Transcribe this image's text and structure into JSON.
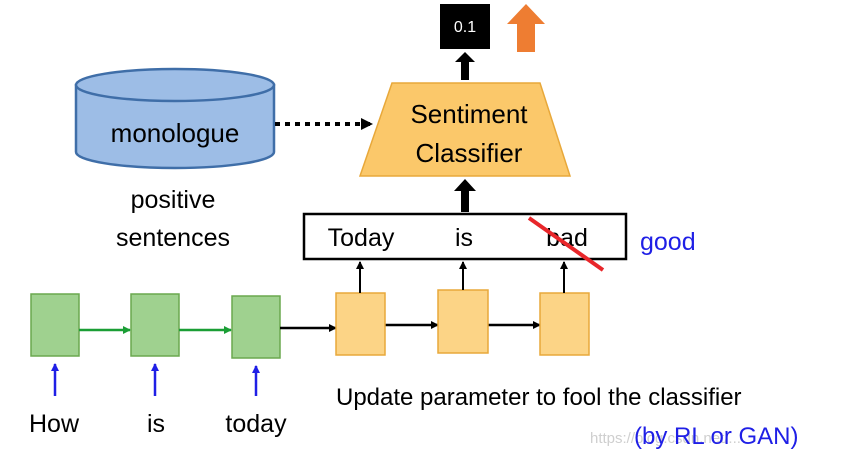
{
  "score": "0.1",
  "database": {
    "label": "monologue",
    "caption_line1": "positive",
    "caption_line2": "sentences"
  },
  "classifier": {
    "line1": "Sentiment",
    "line2": "Classifier"
  },
  "output_sentence": {
    "word1": "Today",
    "word2": "is",
    "word3": "bad"
  },
  "replacement_word": "good",
  "input_words": {
    "word1": "How",
    "word2": "is",
    "word3": "today"
  },
  "update_text": "Update parameter to fool the classifier",
  "method_text": "(by RL or GAN)",
  "watermark": "https://blog.csdn.net/...",
  "colors": {
    "encoder_fill": "#9fd18f",
    "encoder_stroke": "#6aa84f",
    "decoder_fill": "#fcd486",
    "decoder_stroke": "#e8a83a",
    "classifier_fill": "#fbc86a",
    "db_fill": "#9dbde6",
    "db_stroke": "#3f6ea8",
    "highlight_arrow": "#ee7d32",
    "strike": "#e8262a",
    "blue_text": "#1f1fe6"
  }
}
